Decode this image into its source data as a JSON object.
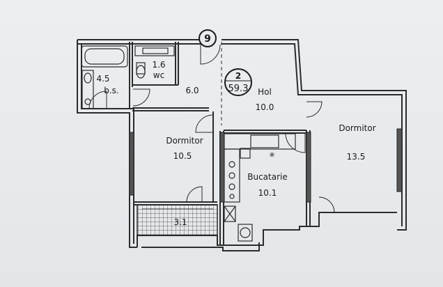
{
  "plan": {
    "unit_marker": "9",
    "apartment": {
      "number": "2",
      "area": "59.3"
    },
    "rooms": [
      {
        "id": "bath",
        "name": "b.s.",
        "area": "4.5"
      },
      {
        "id": "wc",
        "name": "wc",
        "area": "1.6"
      },
      {
        "id": "corridor",
        "name": "",
        "area": "6.0"
      },
      {
        "id": "hol",
        "name": "Hol",
        "area": "10.0"
      },
      {
        "id": "dormitor-left",
        "name": "Dormitor",
        "area": "10.5"
      },
      {
        "id": "dormitor-right",
        "name": "Dormitor",
        "area": "13.5"
      },
      {
        "id": "bucatarie",
        "name": "Bucatarie",
        "area": "10.1"
      },
      {
        "id": "balcony",
        "name": "",
        "area": "3.1"
      }
    ]
  },
  "colors": {
    "wall": "#2b2b2b",
    "window": "#555555",
    "background": "#e9ecef"
  }
}
